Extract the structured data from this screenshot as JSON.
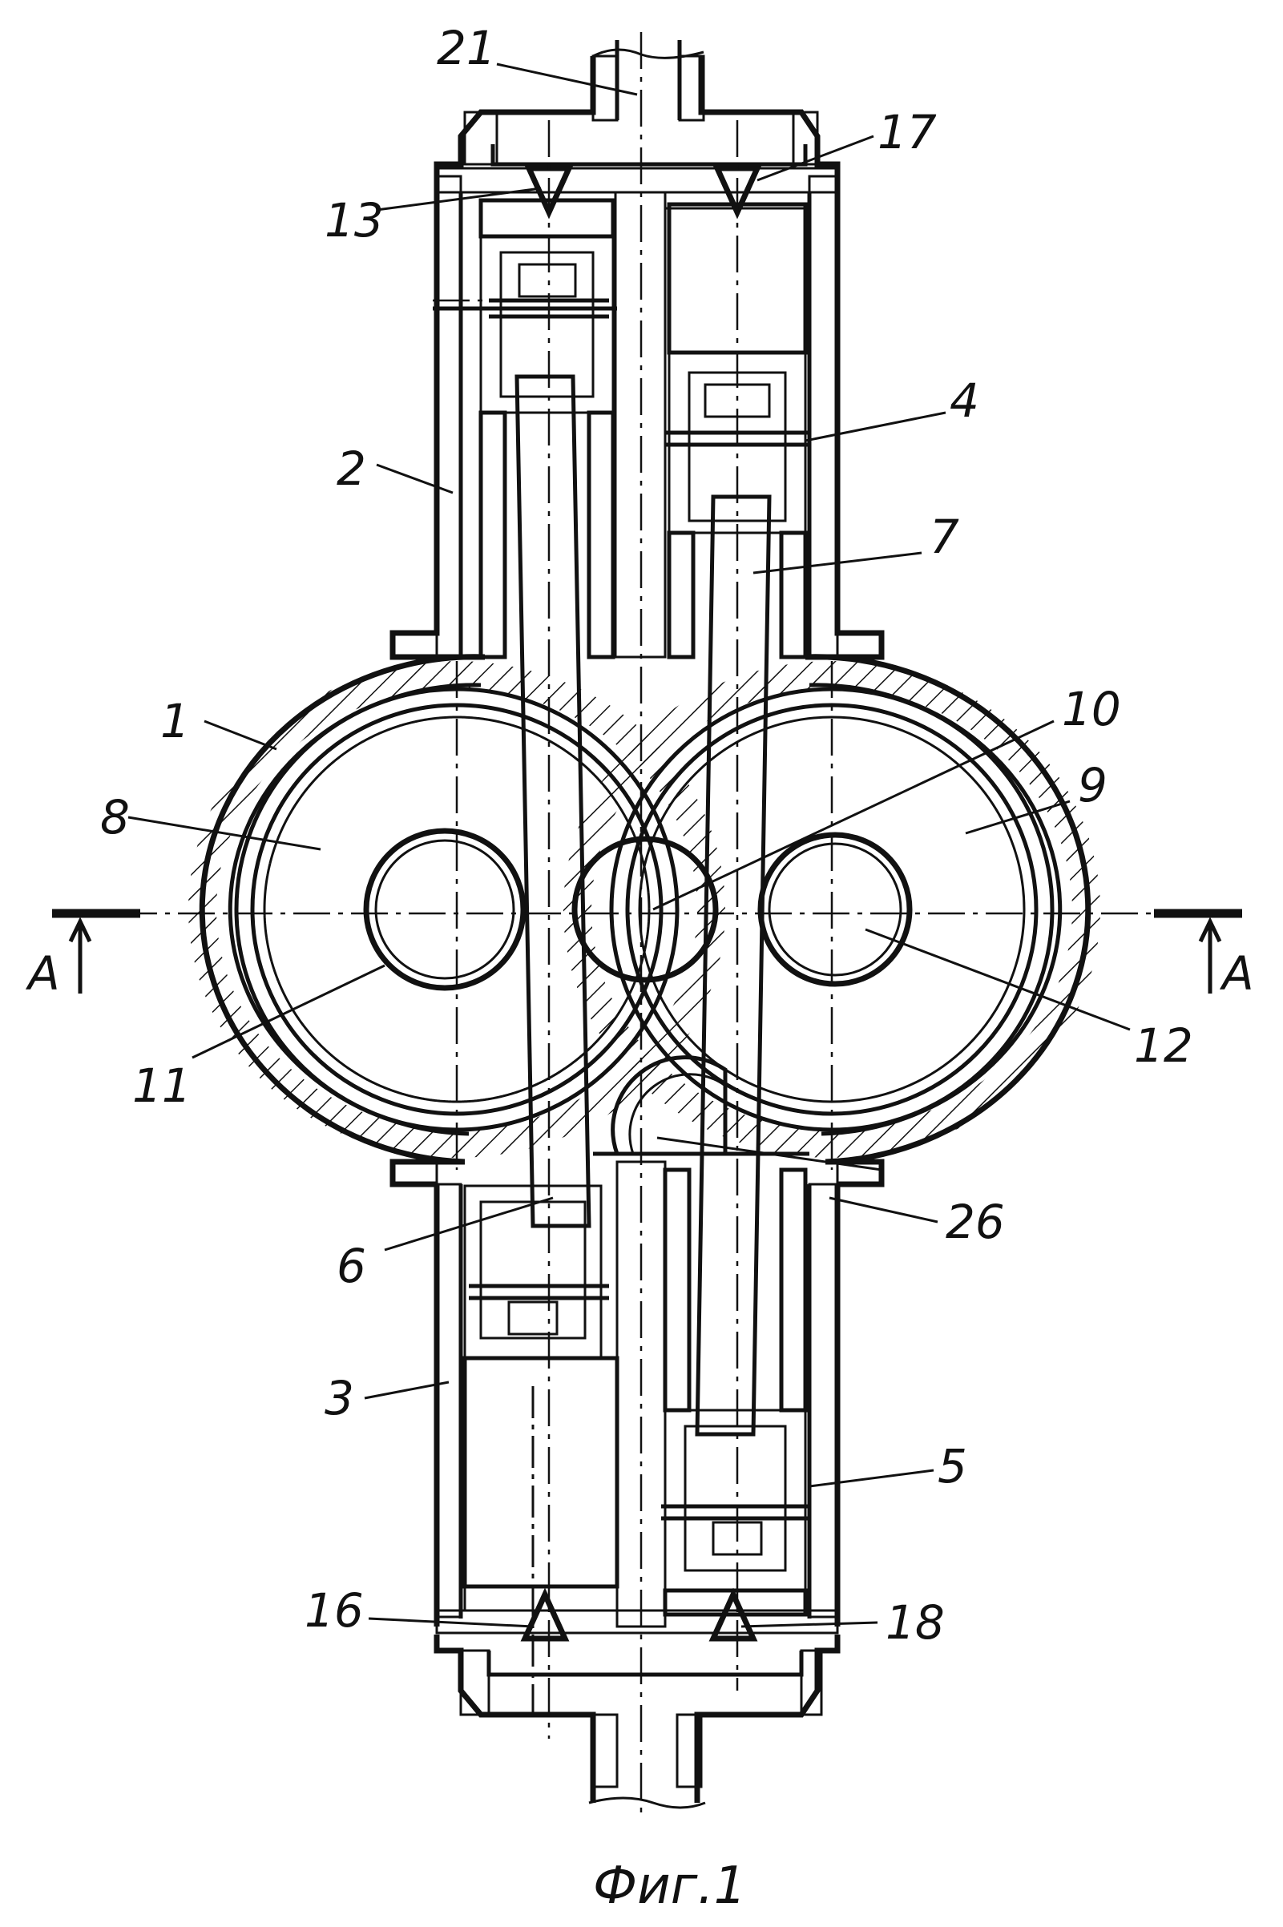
{
  "figure": {
    "caption": "Фиг.1",
    "labels": {
      "l1": "1",
      "l2": "2",
      "l3": "3",
      "l4": "4",
      "l5": "5",
      "l6": "6",
      "l7": "7",
      "l8": "8",
      "l9": "9",
      "l10": "10",
      "l11": "11",
      "l12": "12",
      "l13": "13",
      "l16": "16",
      "l17": "17",
      "l18": "18",
      "l21": "21",
      "l26": "26",
      "sectionLeft": "A",
      "sectionRight": "A"
    }
  }
}
